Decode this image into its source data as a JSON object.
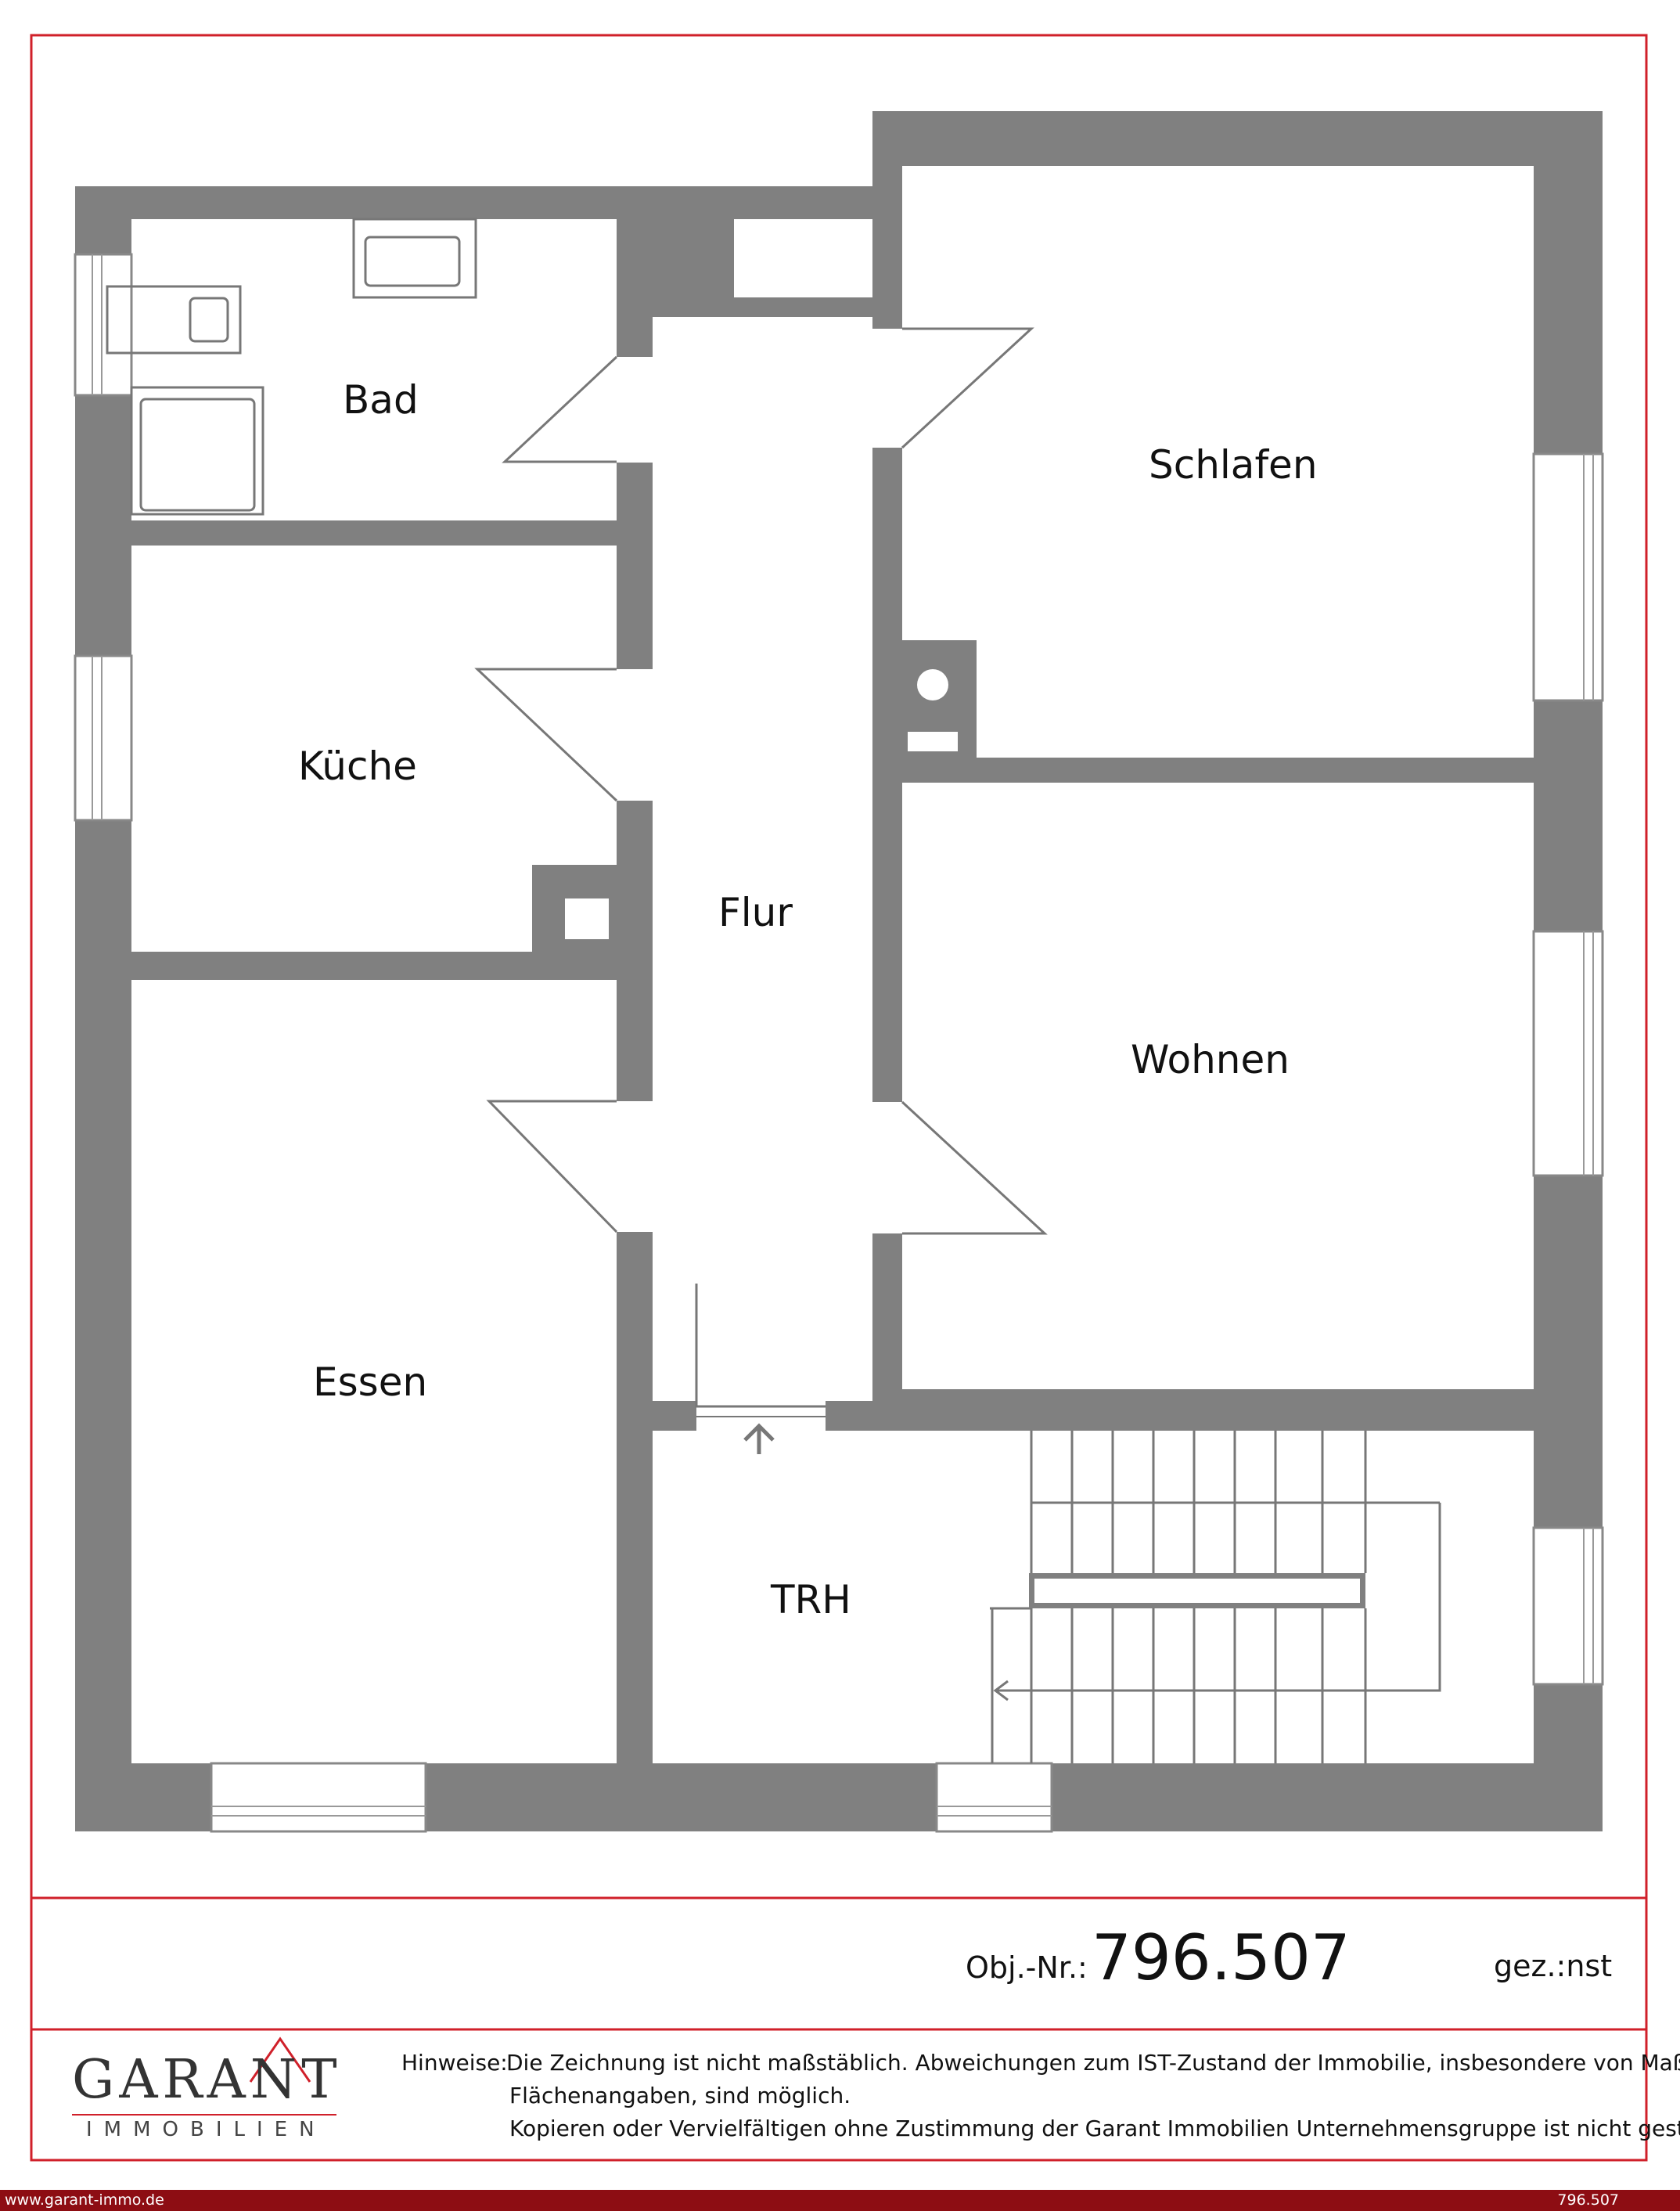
{
  "rooms": {
    "bad": "Bad",
    "schlafen": "Schlafen",
    "kueche": "Küche",
    "flur": "Flur",
    "wohnen": "Wohnen",
    "essen": "Essen",
    "trh": "TRH"
  },
  "title_block": {
    "obj_label": "Obj.-Nr.:",
    "obj_number": "796.507",
    "drawn_by": "gez.:nst"
  },
  "logo": {
    "name": "GARANT",
    "subtitle": "IMMOBILIEN"
  },
  "notes": {
    "heading": "Hinweise:",
    "line1": "Die Zeichnung ist nicht maßstäblich. Abweichungen zum IST-Zustand der Immobilie, insbesondere von Maß- und",
    "line2": "Flächenangaben, sind möglich.",
    "line3": "Kopieren oder Vervielfältigen ohne Zustimmung der Garant Immobilien Unternehmensgruppe ist nicht gestattet!"
  },
  "footer": {
    "website": "www.garant-immo.de",
    "number": "796.507"
  },
  "colors": {
    "wall": "#808080",
    "frame": "#d0202a",
    "footer": "#8d0d13"
  }
}
